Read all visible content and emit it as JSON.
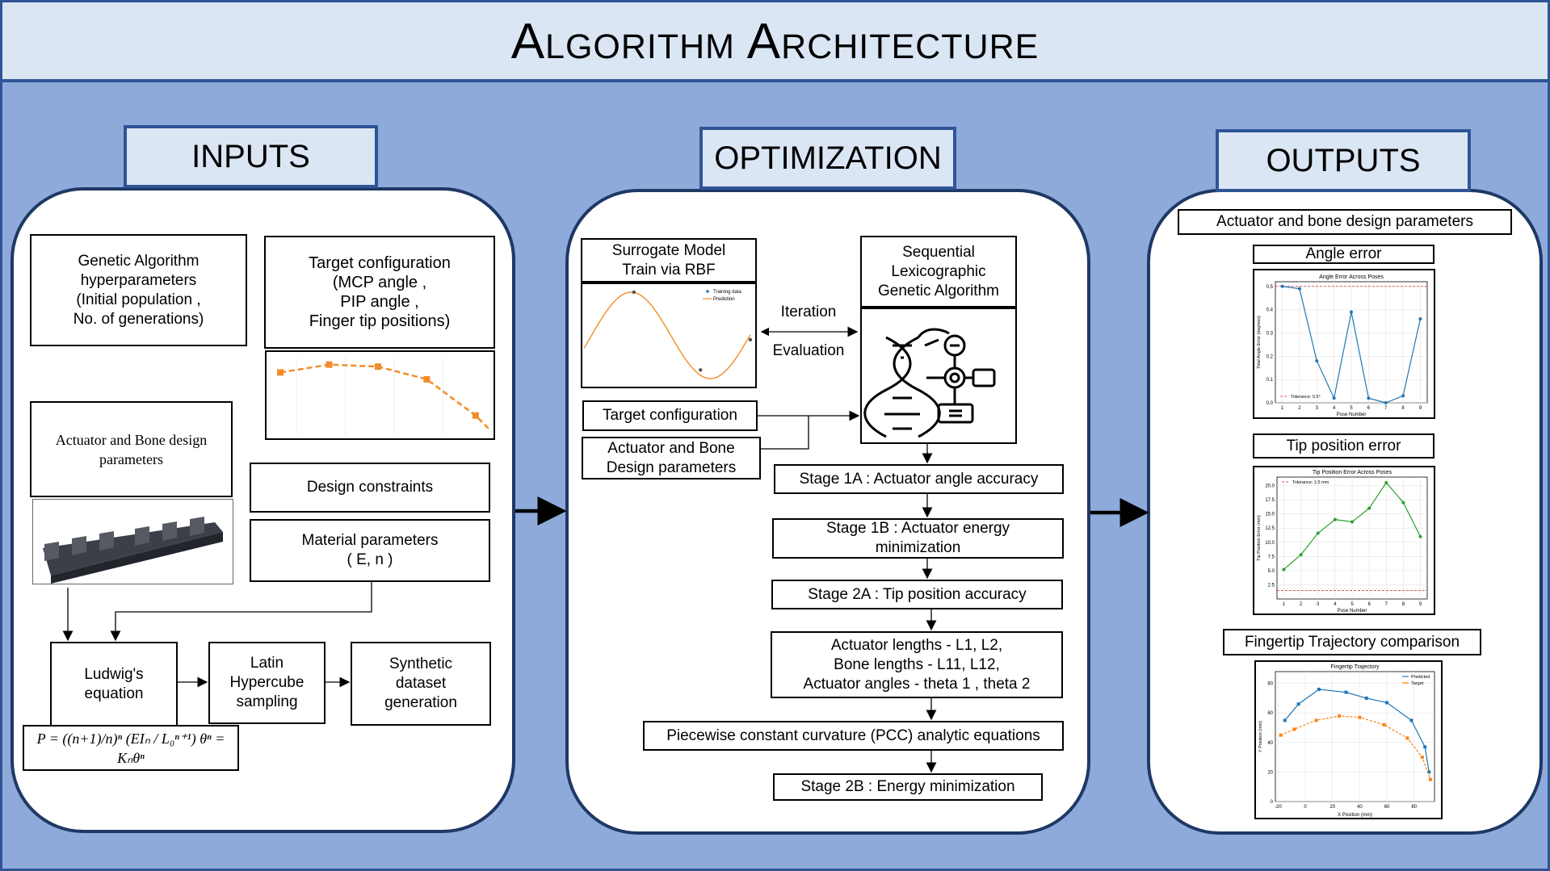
{
  "title": "Algorithm Architecture",
  "inputs": {
    "tab": "INPUTS",
    "ga_params": "Genetic Algorithm\nhyperparameters\n(Initial population ,\nNo. of generations)",
    "target_config": "Target configuration\n(MCP angle ,\nPIP angle ,\nFinger tip positions)",
    "actuator_bone": "Actuator and Bone design\nparameters",
    "design_constraints": "Design constraints",
    "material_params": "Material parameters\n( E, n )",
    "ludwig": "Ludwig's\nequation",
    "latin": "Latin\nHypercube\nsampling",
    "synthetic": "Synthetic\ndataset\ngeneration",
    "equation": "P = ((n+1)/n)ⁿ (EIₙ / L₀ⁿ⁺¹) θⁿ = Kₙθⁿ"
  },
  "optimization": {
    "tab": "OPTIMIZATION",
    "surrogate": "Surrogate Model\nTrain via RBF",
    "surrogate_legend": [
      "Training data",
      "Prediction"
    ],
    "sequential": "Sequential\nLexicographic\nGenetic Algorithm",
    "iteration": "Iteration",
    "evaluation": "Evaluation",
    "target_config": "Target configuration",
    "actuator_design": "Actuator and Bone\nDesign parameters",
    "stage1a": "Stage 1A : Actuator angle accuracy",
    "stage1b": "Stage 1B : Actuator energy\nminimization",
    "stage2a": "Stage 2A : Tip position accuracy",
    "lengths": "Actuator lengths - L1, L2,\nBone lengths - L11, L12,\nActuator angles - theta 1 , theta 2",
    "pcc": "Piecewise constant curvature (PCC) analytic equations",
    "stage2b": "Stage 2B : Energy minimization"
  },
  "outputs": {
    "tab": "OUTPUTS",
    "params": "Actuator and bone design parameters",
    "angle_error": "Angle error",
    "tip_error": "Tip position error",
    "trajectory": "Fingertip Trajectory comparison"
  },
  "chart_data": [
    {
      "type": "line",
      "title": "Angle Error Across Poses",
      "xlabel": "Pose Number",
      "ylabel": "Total Angle Error (degrees)",
      "x": [
        1,
        2,
        3,
        4,
        5,
        6,
        7,
        8,
        9
      ],
      "series": [
        {
          "values": [
            0.5,
            0.49,
            0.18,
            0.02,
            0.39,
            0.02,
            0.0,
            0.03,
            0.36
          ]
        }
      ],
      "reference": {
        "name": "Tolerance: 0.5°",
        "value": 0.5
      },
      "ylim": [
        0,
        0.52
      ],
      "yticks": [
        0.0,
        0.1,
        0.2,
        0.3,
        0.4,
        0.5
      ],
      "color": "#1f77b4",
      "grid": true
    },
    {
      "type": "line",
      "title": "Tip Position Error Across Poses",
      "xlabel": "Pose Number",
      "ylabel": "Tip Position Error (mm)",
      "x": [
        1,
        2,
        3,
        4,
        5,
        6,
        7,
        8,
        9
      ],
      "series": [
        {
          "values": [
            5.2,
            7.8,
            11.6,
            14.0,
            13.6,
            16.0,
            20.5,
            17.0,
            11.0
          ]
        }
      ],
      "reference": {
        "name": "Tolerance: 1.5 mm",
        "value": 1.5
      },
      "ylim": [
        0,
        21.5
      ],
      "yticks": [
        2.5,
        5.0,
        7.5,
        10.0,
        12.5,
        15.0,
        17.5,
        20.0
      ],
      "color": "#2ca02c",
      "grid": true
    },
    {
      "type": "line",
      "title": "Fingertip Trajectory",
      "xlabel": "X Position (mm)",
      "ylabel": "Y Position (mm)",
      "xlim": [
        -22,
        95
      ],
      "ylim": [
        0,
        88
      ],
      "xticks": [
        -20,
        0,
        20,
        40,
        60,
        80
      ],
      "yticks": [
        0,
        20,
        40,
        60,
        80
      ],
      "series": [
        {
          "name": "Predicted",
          "color": "#1f77b4",
          "x": [
            -15,
            -5,
            10,
            30,
            45,
            60,
            78,
            88,
            91
          ],
          "y": [
            55,
            66,
            76,
            74,
            70,
            67,
            55,
            37,
            20
          ]
        },
        {
          "name": "Target",
          "color": "#ff7f0e",
          "x": [
            -18,
            -8,
            8,
            25,
            40,
            58,
            75,
            86,
            92
          ],
          "y": [
            45,
            49,
            55,
            58,
            57,
            52,
            43,
            30,
            15
          ]
        }
      ],
      "grid": true
    },
    {
      "type": "line",
      "x": [
        1,
        2,
        3,
        4,
        5
      ],
      "series": [
        {
          "values": [
            0.64,
            0.72,
            0.7,
            0.57,
            0.2
          ]
        }
      ],
      "color": "#f28c28",
      "grid": true
    },
    {
      "type": "line",
      "series": [
        {
          "name": "Prediction",
          "x": [
            0.0,
            0.1,
            0.2,
            0.3,
            0.4,
            0.5,
            0.6,
            0.7,
            0.8,
            0.9,
            1.0
          ],
          "y": [
            0.0,
            0.5,
            0.9,
            1.0,
            0.8,
            0.3,
            -0.3,
            -0.8,
            -1.0,
            -0.8,
            -0.1
          ]
        }
      ],
      "points": {
        "name": "Training data",
        "x": [
          0.3,
          0.7,
          1.0
        ],
        "y": [
          1.0,
          -0.8,
          -0.1
        ]
      },
      "color": "#f28c28"
    }
  ]
}
